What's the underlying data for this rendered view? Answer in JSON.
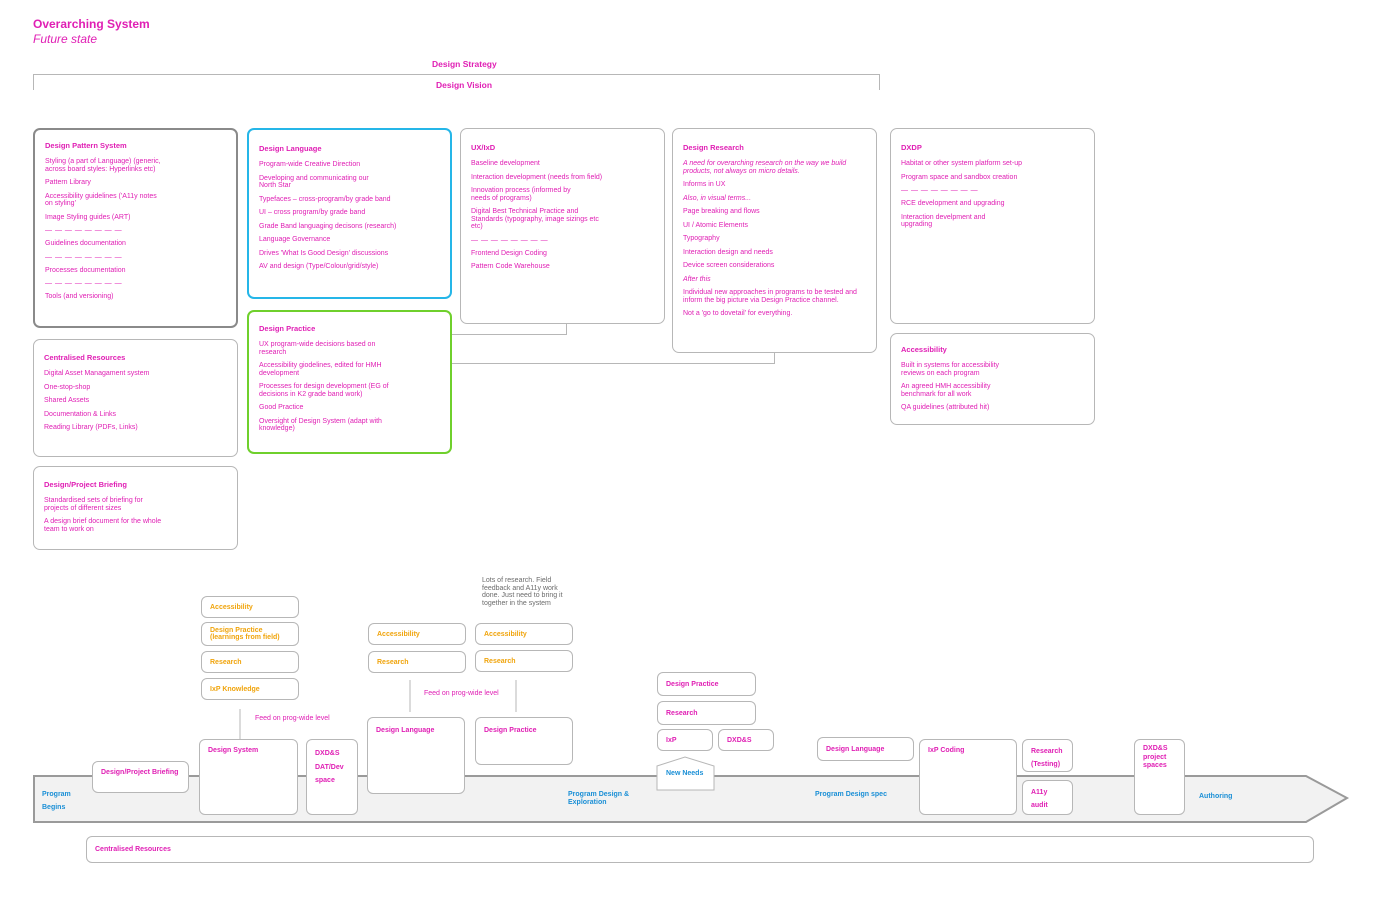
{
  "header": {
    "title": "Overarching System",
    "subtitle": "Future state"
  },
  "strategy": {
    "label": "Design Strategy",
    "vision": "Design Vision"
  },
  "cards": {
    "pattern_system": {
      "title": "Design Pattern System",
      "items": [
        "Styling (a part of Language) (generic, across board styles: Hyperlinks etc)",
        "Pattern Library",
        "Accessibility guidelines ('A11y notes on styling'",
        "Image Styling guides (ART)",
        "— — — — — — — —",
        "Guidelines documentation",
        "— — — — — — — —",
        "Processes documentation",
        "— — — — — — — —",
        "Tools (and versioning)"
      ]
    },
    "centralised": {
      "title": "Centralised Resources",
      "items": [
        "Digital Asset Managament system",
        "One-stop-shop",
        "Shared Assets",
        "Documentation & Links",
        "Reading Library (PDFs, Links)"
      ]
    },
    "briefing": {
      "title": "Design/Project Briefing",
      "items": [
        "Standardised sets of briefing for projects of different sizes",
        "A design brief document for the whole team to work on"
      ]
    },
    "language": {
      "title": "Design Language",
      "items": [
        "Program-wide Creative Direction",
        "Developing and communicating our North Star",
        "Typefaces – cross-program/by grade band",
        "UI – cross program/by grade band",
        "Grade Band languaging decisons (research)",
        "Language Governance",
        "Drives 'What Is Good Design' discussions",
        "AV and design (Type/Colour/grid/style)"
      ]
    },
    "practice": {
      "title": "Design Practice",
      "items": [
        "UX program-wide decisions based on research",
        "Accessibility giodelines, edited for HMH development",
        "Processes for design development (EG of decisions in K2 grade band work)",
        "Good Practice",
        "Oversight of Design System (adapt with knowledge)"
      ]
    },
    "uxixd": {
      "title": "UX/IxD",
      "items": [
        "Baseline development",
        "Interaction development (needs from field)",
        "Innovation process (informed by needs of programs)",
        "Digital Best Technical Practice and Standards (typography, image sizings etc etc)",
        "— — — — — — — —",
        "Frontend Design Coding",
        "Pattern Code Warehouse"
      ]
    },
    "research": {
      "title": "Design Research",
      "items": [
        "A need for overarching research on the way we build products, not always on micro details.",
        "Informs in UX",
        "Also, in visual terms...",
        "Page breaking and flows",
        "UI / Atomic Elements",
        "Typography",
        "Interaction design and needs",
        "Device screen considerations",
        "After this",
        "Individual new approaches in programs to be tested and inform the big picture via Design Practice channel.",
        "Not a 'go to dovetail' for everything."
      ]
    },
    "dxdp": {
      "title": "DXDP",
      "items": [
        "Habitat or other system platform set-up",
        "Program space and sandbox creation",
        "— — — — — — — —",
        "RCE development and upgrading",
        "Interaction develpment and upgrading"
      ]
    },
    "accessibility": {
      "title": "Accessibility",
      "items": [
        "Built in systems for accessibility reviews on each program",
        "An agreed HMH accessibility benchmark for all work",
        "QA guidelines (attributed hit)"
      ]
    }
  },
  "flow": {
    "note": "Lots of research. Field feedback and A11y work done. Just need to bring it together in the system",
    "feed1": "Feed on prog-wide level",
    "feed2": "Feed on prog-wide level",
    "col1": [
      "Accessibility",
      "Design Practice (learnings from field)",
      "Research",
      "IxP Knowledge"
    ],
    "col2": [
      "Accessibility",
      "Research"
    ],
    "col3": [
      "Accessibility",
      "Research"
    ],
    "design_system": "Design System",
    "dxds_dat": "DXD&S DAT/Dev space",
    "design_language": "Design Language",
    "design_practice": "Design Practice",
    "briefing": "Design/Project Briefing",
    "np_practice": "Design Practice",
    "np_research": "Research",
    "np_ixp": "IxP",
    "np_dxds": "DXD&S",
    "new_needs": "New Needs",
    "spec_language": "Design Language",
    "ixp_coding": "IxP Coding",
    "research_testing": "Research (Testing)",
    "a11y_audit": "A11y audit",
    "dxds_project": "DXD&S project spaces",
    "centralised": "Centralised Resources"
  },
  "arrow_labels": {
    "begins": "Program Begins",
    "exploration": "Program Design & Exploration",
    "spec": "Program Design spec",
    "authoring": "Authoring"
  },
  "colors": {
    "magenta": "#e01fb4",
    "blue": "#1a8fd6",
    "orange": "#f0a40c",
    "cyan": "#25b6e8",
    "green": "#6fd02c"
  }
}
